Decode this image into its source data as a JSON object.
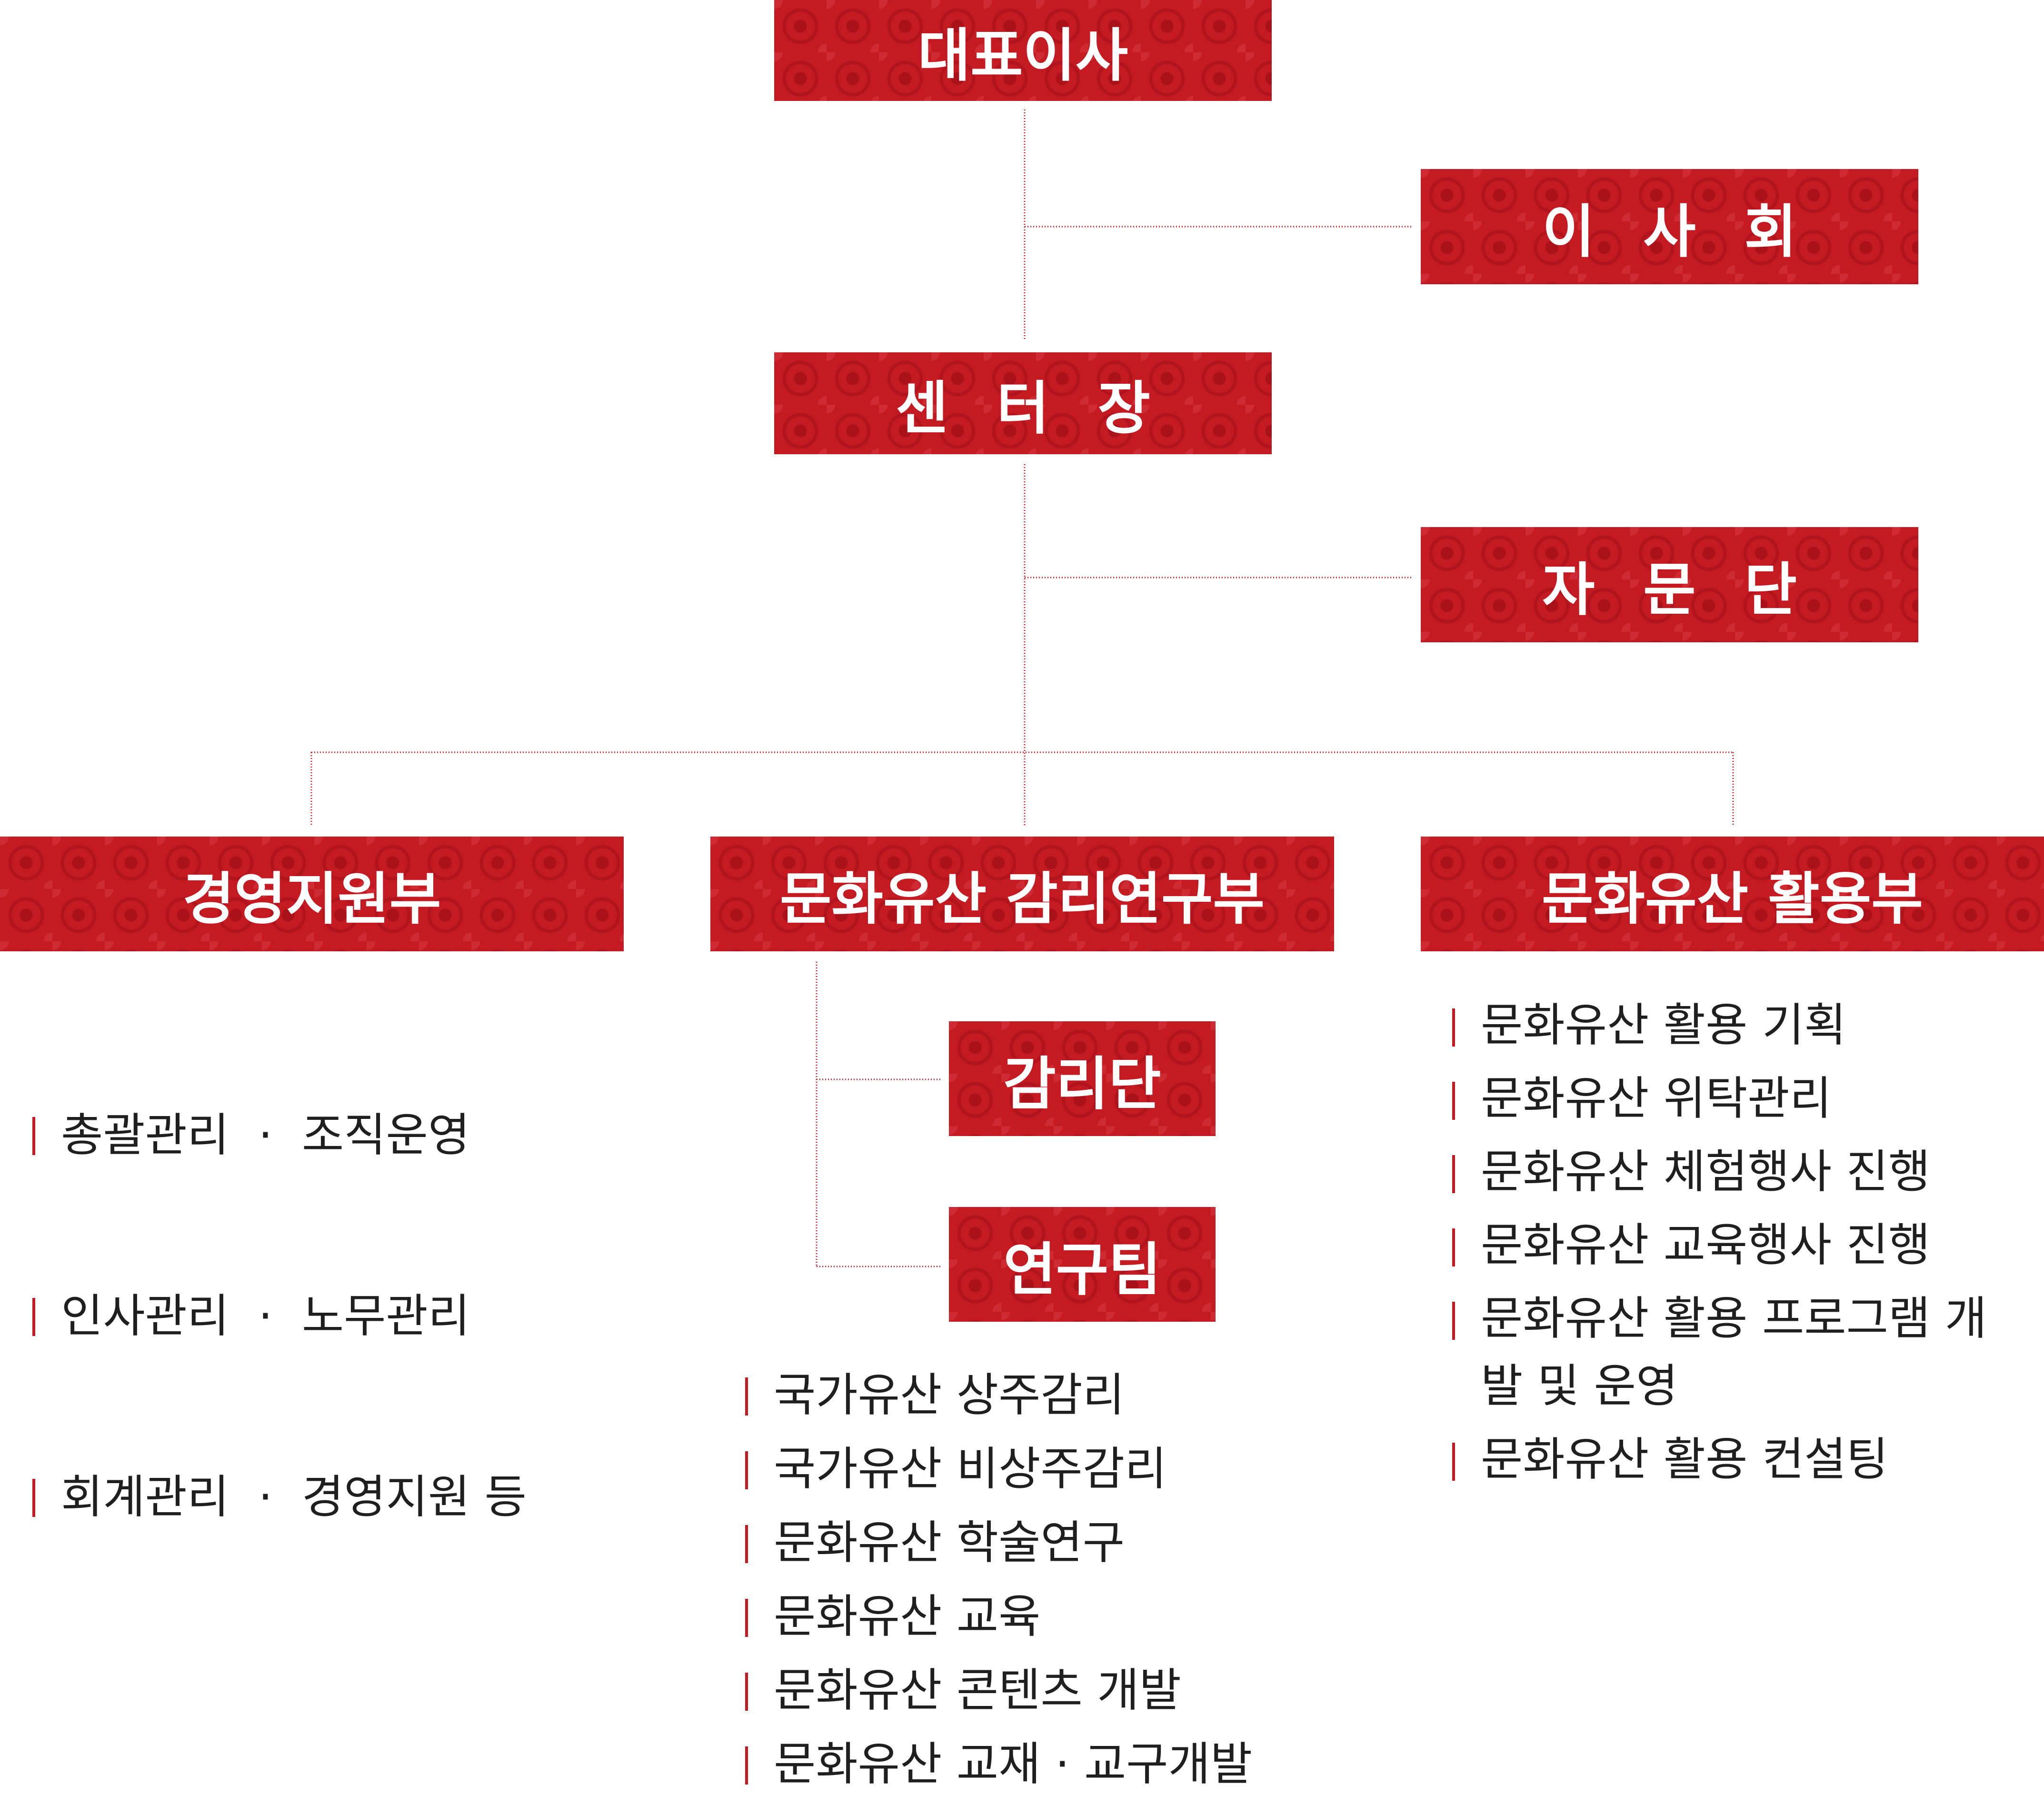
{
  "colors": {
    "accent": "#c41a22",
    "line": "#c41a22",
    "text": "#1f1f1f"
  },
  "ceo": "대표이사",
  "board": "이 사 회",
  "director": "센 터 장",
  "advisory": "자 문 단",
  "departments": [
    {
      "name": "경영지원부",
      "tasks": [
        "총괄관리  ·  조직운영",
        "인사관리  ·  노무관리",
        "회계관리  ·  경영지원 등"
      ]
    },
    {
      "name": "문화유산 감리연구부",
      "subunits": [
        "감리단",
        "연구팀"
      ],
      "tasks": [
        "국가유산 상주감리",
        "국가유산 비상주감리",
        "문화유산 학술연구",
        "문화유산 교육",
        "문화유산 콘텐츠 개발",
        "문화유산 교재 · 교구개발"
      ]
    },
    {
      "name": "문화유산 활용부",
      "tasks": [
        "문화유산 활용 기획",
        "문화유산 위탁관리",
        "문화유산 체험행사 진행",
        "문화유산 교육행사 진행",
        "문화유산 활용 프로그램 개발 및 운영",
        "문화유산 활용 컨설팅"
      ]
    }
  ]
}
